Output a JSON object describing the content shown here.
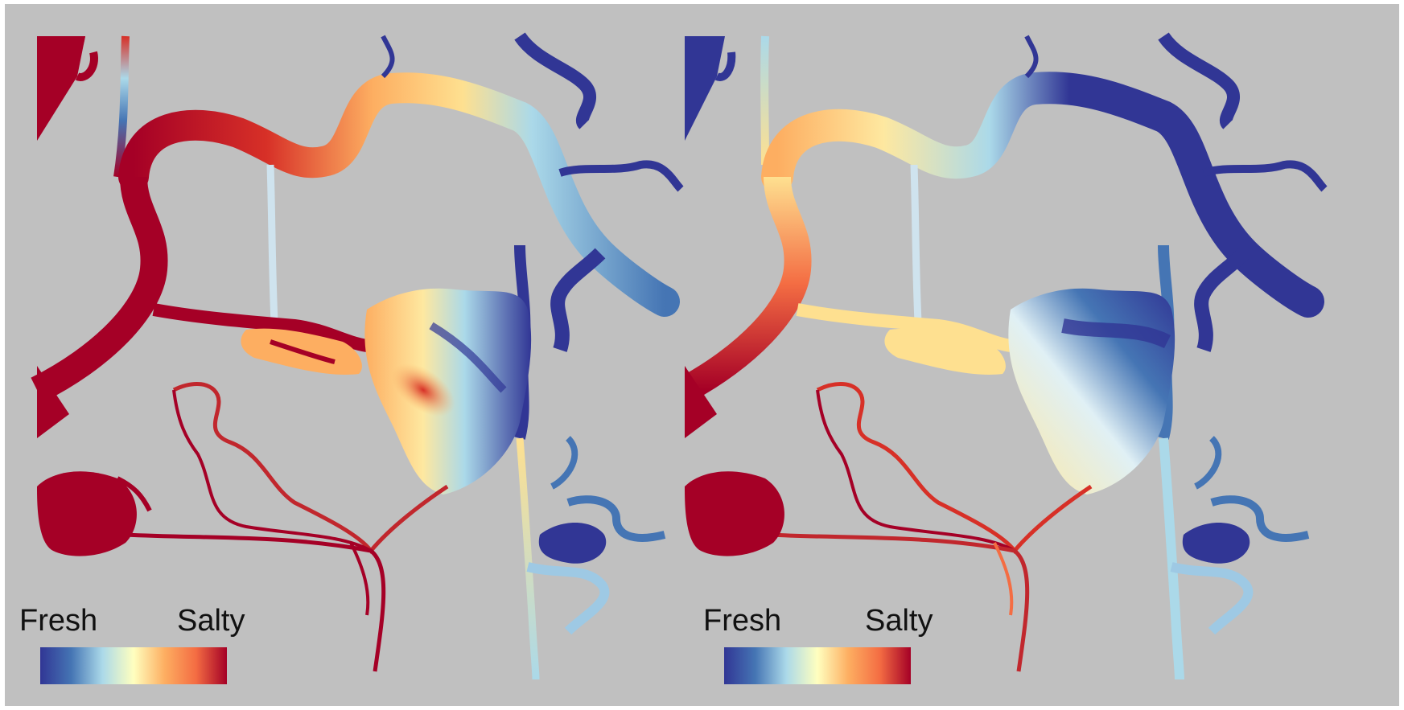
{
  "legend": {
    "fresh_label": "Fresh",
    "salty_label": "Salty",
    "gradient_colors": [
      "#313695",
      "#4575b4",
      "#abd9e9",
      "#ffffbf",
      "#fdae61",
      "#f46d43",
      "#a50026"
    ]
  },
  "background_color": "#c0c0c0",
  "colors": {
    "fresh": "#313695",
    "light_fresh": "#9ec9e4",
    "brackish": "#ffffbf",
    "mid_salty": "#f4a460",
    "salty": "#a50026"
  },
  "panels": [
    {
      "fresh_label": "Fresh",
      "salty_label": "Salty"
    },
    {
      "fresh_label": "Fresh",
      "salty_label": "Salty"
    }
  ]
}
